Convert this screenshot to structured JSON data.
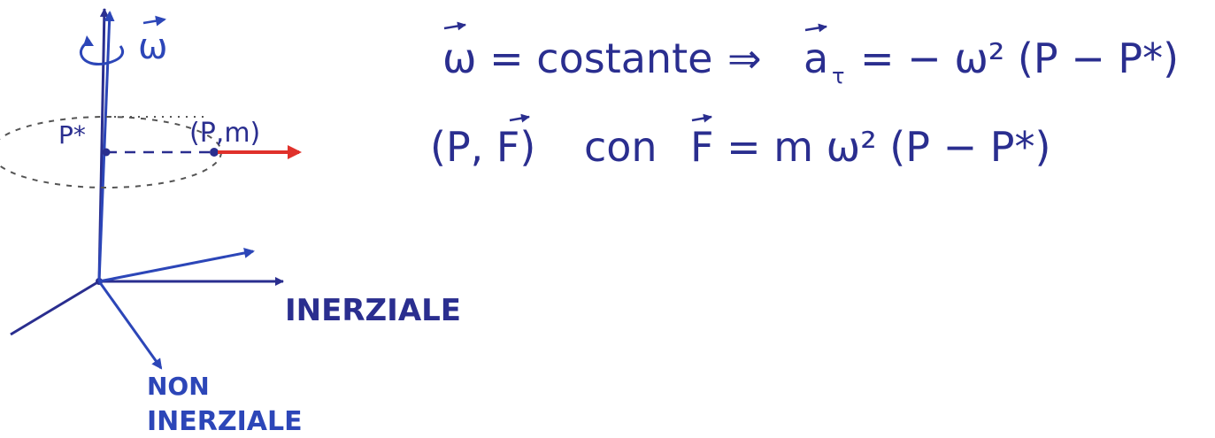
{
  "colors": {
    "ink_dark": "#2a2e8f",
    "ink_blue": "#2c46b8",
    "ink_red": "#e0312b",
    "background": "#ffffff"
  },
  "diagram": {
    "omega_label": "ω",
    "p_star_label": "P*",
    "point_label": "(P,m)",
    "inertial_label": "INERZIALE",
    "non_inertial_label_line1": "NON",
    "non_inertial_label_line2": "INERZIALE",
    "icons": [
      "rotation-arrow-icon",
      "vector-arrow-icon"
    ]
  },
  "equations": {
    "line1": {
      "lhs": "ω = costante",
      "arrow": "⇒",
      "acc": "a",
      "acc_sub": "τ",
      "rhs": "= − ω² (P − P*)"
    },
    "line2": {
      "pair": "(P, F)",
      "con": "con",
      "force": "F = m ω² (P − P*)"
    }
  }
}
